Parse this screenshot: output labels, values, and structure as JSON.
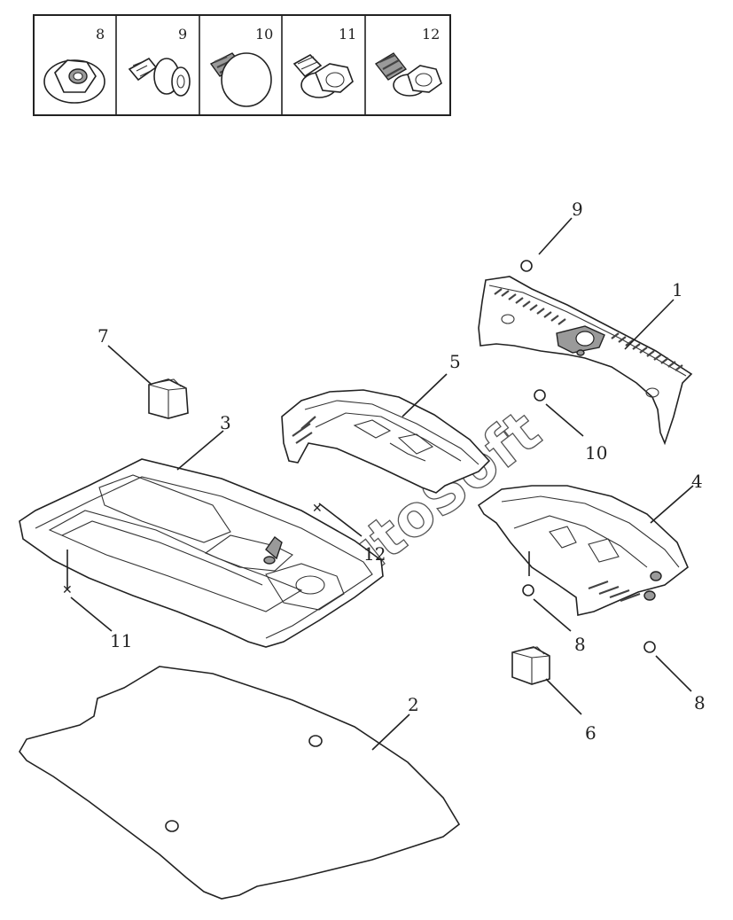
{
  "watermark": "AutoSoft",
  "hardware_legend": [
    {
      "number": "8",
      "icon": "flange-nut-icon"
    },
    {
      "number": "9",
      "icon": "push-clip-icon"
    },
    {
      "number": "10",
      "icon": "trim-clip-icon"
    },
    {
      "number": "11",
      "icon": "flange-bolt-icon"
    },
    {
      "number": "12",
      "icon": "screw-bolt-icon"
    }
  ],
  "callouts": [
    {
      "id": "c1",
      "label": "1"
    },
    {
      "id": "c2",
      "label": "2"
    },
    {
      "id": "c3",
      "label": "3"
    },
    {
      "id": "c4",
      "label": "4"
    },
    {
      "id": "c5",
      "label": "5"
    },
    {
      "id": "c6",
      "label": "6"
    },
    {
      "id": "c7",
      "label": "7"
    },
    {
      "id": "c8a",
      "label": "8"
    },
    {
      "id": "c8b",
      "label": "8"
    },
    {
      "id": "c9",
      "label": "9"
    },
    {
      "id": "c10",
      "label": "10"
    },
    {
      "id": "c11",
      "label": "11"
    },
    {
      "id": "c12",
      "label": "12"
    }
  ]
}
